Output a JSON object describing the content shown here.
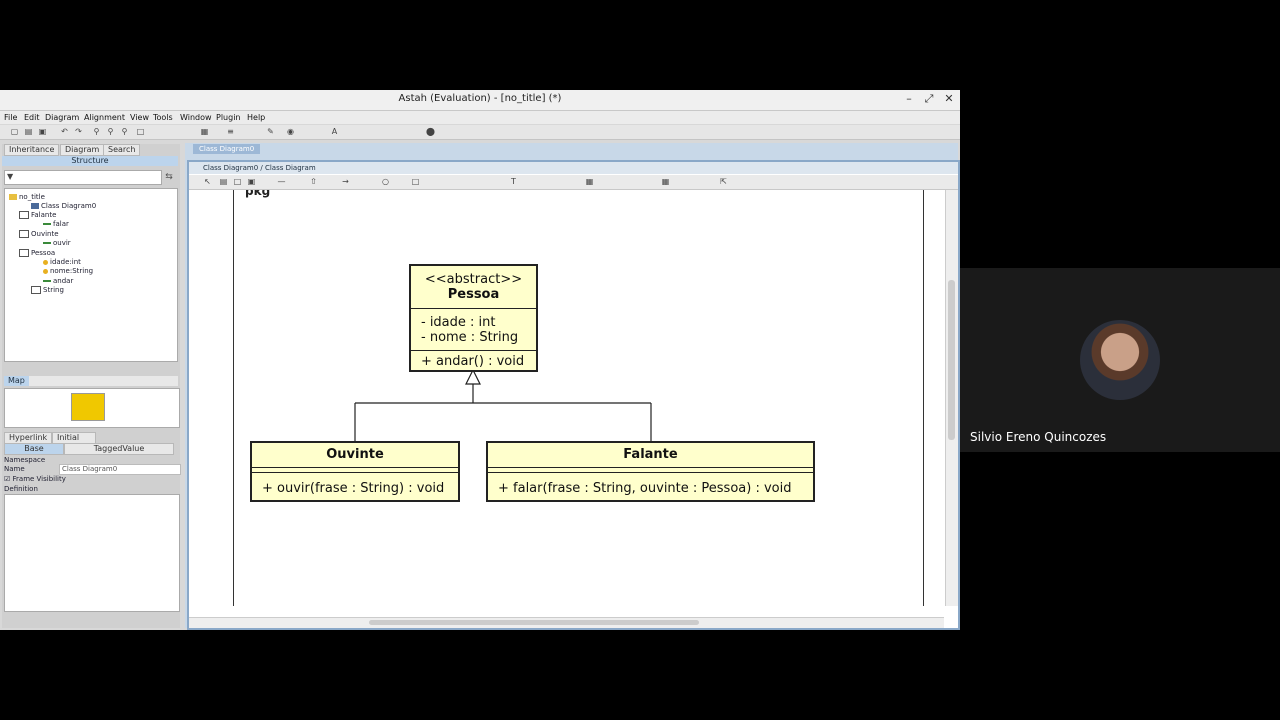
{
  "window": {
    "title": "Astah (Evaluation) - [no_title] (*)"
  },
  "menu": [
    "File",
    "Edit",
    "Diagram",
    "Alignment",
    "View",
    "Tools",
    "Window",
    "Plugin",
    "Help"
  ],
  "left_tabs": [
    "Inheritance",
    "Diagram",
    "Search"
  ],
  "structure_header": "Structure",
  "tree": {
    "root": "no_title",
    "items": [
      "Class Diagram0",
      "Falante",
      "falar",
      "Ouvinte",
      "ouvir",
      "Pessoa",
      "idade:int",
      "nome:String",
      "andar",
      "String"
    ]
  },
  "map_tab": "Map",
  "props": {
    "tabs1": [
      "Hyperlink",
      "Initial Visibility"
    ],
    "tabs2": [
      "Base",
      "TaggedValue"
    ],
    "namespace_label": "Namespace",
    "name_label": "Name",
    "name_value": "Class Diagram0",
    "frame_visibility": "Frame Visibility",
    "definition_label": "Definition"
  },
  "diagram_tab": "Class Diagram0",
  "diagram_path": "Class Diagram0 / Class Diagram",
  "pkg_label": "pkg",
  "classes": {
    "pessoa": {
      "stereo": "<<abstract>>",
      "name": "Pessoa",
      "attrs": [
        "- idade : int",
        "- nome : String"
      ],
      "ops": [
        "+ andar() : void"
      ]
    },
    "ouvinte": {
      "name": "Ouvinte",
      "ops": [
        "+ ouvir(frase : String) : void"
      ]
    },
    "falante": {
      "name": "Falante",
      "ops": [
        "+ falar(frase : String, ouvinte : Pessoa) : void"
      ]
    }
  },
  "speaker": {
    "name": "Silvio Ereno Quincozes"
  },
  "colors": {
    "class_fill": "#ffffcc",
    "selection_blue": "#bcd4ec"
  }
}
